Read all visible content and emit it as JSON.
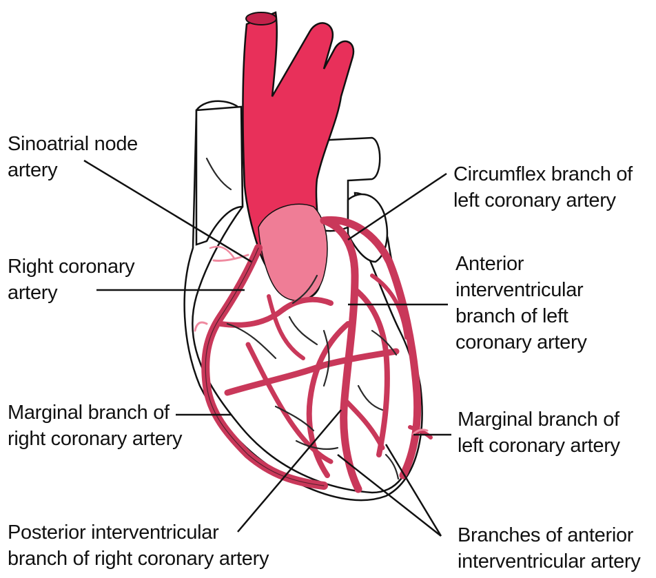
{
  "labels": {
    "sinoatrial": [
      "Sinoatrial node",
      "artery"
    ],
    "right_coronary": [
      "Right coronary",
      "artery"
    ],
    "marginal_right": [
      "Marginal branch of",
      "right coronary artery"
    ],
    "posterior_interventricular": [
      "Posterior interventricular",
      "branch of right coronary artery"
    ],
    "circumflex": [
      "Circumflex branch of",
      "left coronary artery"
    ],
    "anterior_interventricular": [
      "Anterior",
      "interventricular",
      "branch of left",
      "coronary artery"
    ],
    "marginal_left": [
      "Marginal branch of",
      "left coronary artery"
    ],
    "branches_anterior": [
      "Branches of anterior",
      "interventricular artery"
    ]
  },
  "colors": {
    "aorta": "#e8305a",
    "artery": "#c9385a",
    "artery_light": "#ef8aa0",
    "outline": "#111111",
    "vein": "#2a2a2a"
  }
}
